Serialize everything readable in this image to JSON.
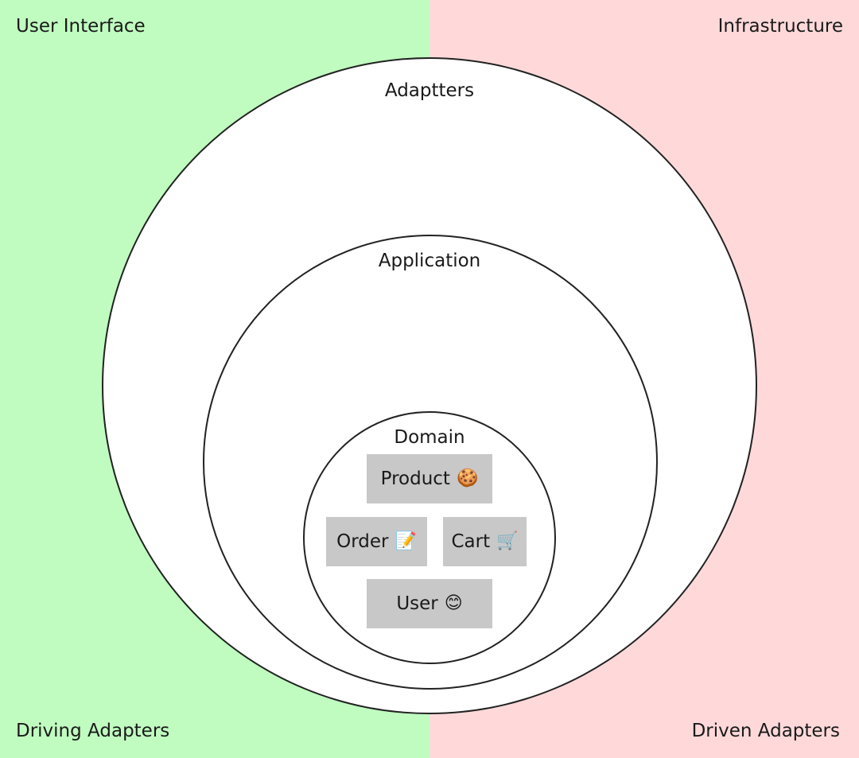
{
  "background": {
    "left_color": "#c0fcc0",
    "right_color": "#ffd9da"
  },
  "corners": {
    "top_left": "User Interface",
    "top_right": "Infrastructure",
    "bottom_left": "Driving Adapters",
    "bottom_right": "Driven Adapters"
  },
  "layers": {
    "outer": "Adaptters",
    "middle": "Application",
    "inner": "Domain"
  },
  "entities": [
    {
      "label": "Product",
      "icon": "🍪",
      "icon_name": "cookie-icon"
    },
    {
      "label": "Order",
      "icon": "📝",
      "icon_name": "memo-icon"
    },
    {
      "label": "Cart",
      "icon": "🛒",
      "icon_name": "shopping-cart-icon"
    },
    {
      "label": "User",
      "icon": "😊",
      "icon_name": "smiling-face-icon"
    }
  ]
}
